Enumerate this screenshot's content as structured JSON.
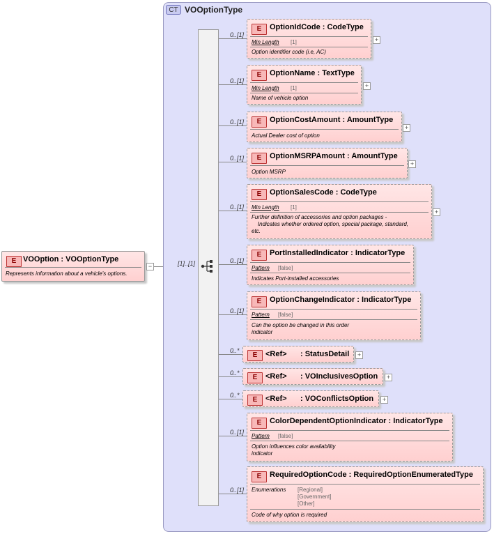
{
  "root": {
    "badge": "E",
    "title": "VOOption : VOOptionType",
    "doc": "Represents information about a vehicle's options.",
    "collapse_glyph": "−",
    "occurrence": "[1]..[1]"
  },
  "complex_type": {
    "badge": "CT",
    "name": "VOOptionType"
  },
  "sequence_icon": "sequence-compositor-icon",
  "expand_glyph": "+",
  "elements": [
    {
      "badge": "E",
      "occurrence": "0..[1]",
      "name": "OptionIdCode",
      "sep": ":",
      "type": "CodeType",
      "facet_name": "Min Length",
      "facet_value": "[1]",
      "doc": "Option identifier code (i.e, AC)"
    },
    {
      "badge": "E",
      "occurrence": "0..[1]",
      "name": "OptionName",
      "sep": ":",
      "type": "TextType",
      "facet_name": "Min Length",
      "facet_value": "[1]",
      "doc": "Name of vehicle option"
    },
    {
      "badge": "E",
      "occurrence": "0..[1]",
      "name": "OptionCostAmount",
      "sep": ":",
      "type": "AmountType",
      "doc": "Actual Dealer cost of option"
    },
    {
      "badge": "E",
      "occurrence": "0..[1]",
      "name": "OptionMSRPAmount",
      "sep": ":",
      "type": "AmountType",
      "doc": "Option MSRP"
    },
    {
      "badge": "E",
      "occurrence": "0..[1]",
      "name": "OptionSalesCode",
      "sep": ":",
      "type": "CodeType",
      "facet_name": "Min Length",
      "facet_value": "[1]",
      "doc_lines": [
        "Further definition of accessories and option packages -",
        "    Indicates whether ordered option, special package, standard,",
        "etc."
      ]
    },
    {
      "badge": "E",
      "occurrence": "0..[1]",
      "name": "PortInstalledIndicator",
      "sep": ":",
      "type": "IndicatorType",
      "facet_name": "Pattern",
      "facet_value": "[false]",
      "doc": "Indicates Port-installed accessories"
    },
    {
      "badge": "E",
      "occurrence": "0..[1]",
      "name": "OptionChangeIndicator",
      "sep": ":",
      "type": "IndicatorType",
      "facet_name": "Pattern",
      "facet_value": "[false]",
      "doc_lines": [
        "Can the option be changed in this order",
        "indicator"
      ]
    },
    {
      "badge": "E",
      "occurrence": "0..*",
      "ref": "<Ref>",
      "name": ": StatusDetail"
    },
    {
      "badge": "E",
      "occurrence": "0..*",
      "ref": "<Ref>",
      "name": ": VOInclusivesOption"
    },
    {
      "badge": "E",
      "occurrence": "0..*",
      "ref": "<Ref>",
      "name": ": VOConflictsOption"
    },
    {
      "badge": "E",
      "occurrence": "0..[1]",
      "name": "ColorDependentOptionIndicator",
      "sep": ":",
      "type": "IndicatorType",
      "facet_name": "Pattern",
      "facet_value": "[false]",
      "doc_lines": [
        "Option influences color availability",
        "indicator"
      ]
    },
    {
      "badge": "E",
      "occurrence": "0..[1]",
      "name": "RequiredOptionCode",
      "sep": ":",
      "type": "RequiredOptionEnumeratedType",
      "facet_name": "Enumerations",
      "facet_values": [
        "[Regional]",
        "[Government]",
        "[Other]"
      ],
      "doc": "Code of why option is required"
    }
  ]
}
